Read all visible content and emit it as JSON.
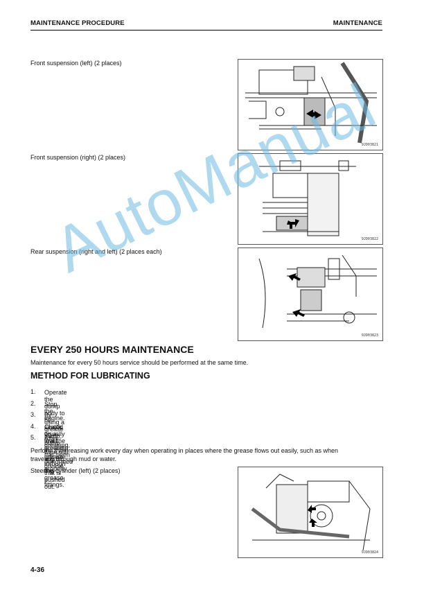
{
  "header": {
    "left": "MAINTENANCE PROCEDURE",
    "right": "MAINTENANCE"
  },
  "figures": [
    {
      "caption": "Front suspension (left) (2 places)",
      "code": "9JD03821"
    },
    {
      "caption": "Front suspension (right) (2 places)",
      "code": "9JD03822"
    },
    {
      "caption": "Rear suspension (right and left) (2 places each)",
      "code": "9JD03823"
    },
    {
      "caption": "Steering cylinder (left) (2 places)",
      "code": "9JD03824"
    }
  ],
  "section": {
    "title": "EVERY 250 HOURS MAINTENANCE",
    "intro": "Maintenance for every 50 hours service should be performed at the same time.",
    "subtitle": "METHOD FOR LUBRICATING",
    "steps": [
      {
        "num": "1.",
        "text": "Operate the dump body to be seated on a level ground."
      },
      {
        "num": "2.",
        "text": "Stop the engine."
      },
      {
        "num": "3.",
        "text": "By using a grease pump, pump in grease through the grease fittings."
      },
      {
        "num": "4.",
        "text": "Check visually that the greasing has been performed properly."
      },
      {
        "num": "5.",
        "text": "After greasing, wipe off any old grease that is pushed out."
      }
    ],
    "note_line1": "Perform the greasing work every day when operating in places where the grease flows out easily, such as when",
    "note_line2": "traveling through mud or water."
  },
  "footer": {
    "page": "4-36"
  },
  "watermark": "AutoManual"
}
